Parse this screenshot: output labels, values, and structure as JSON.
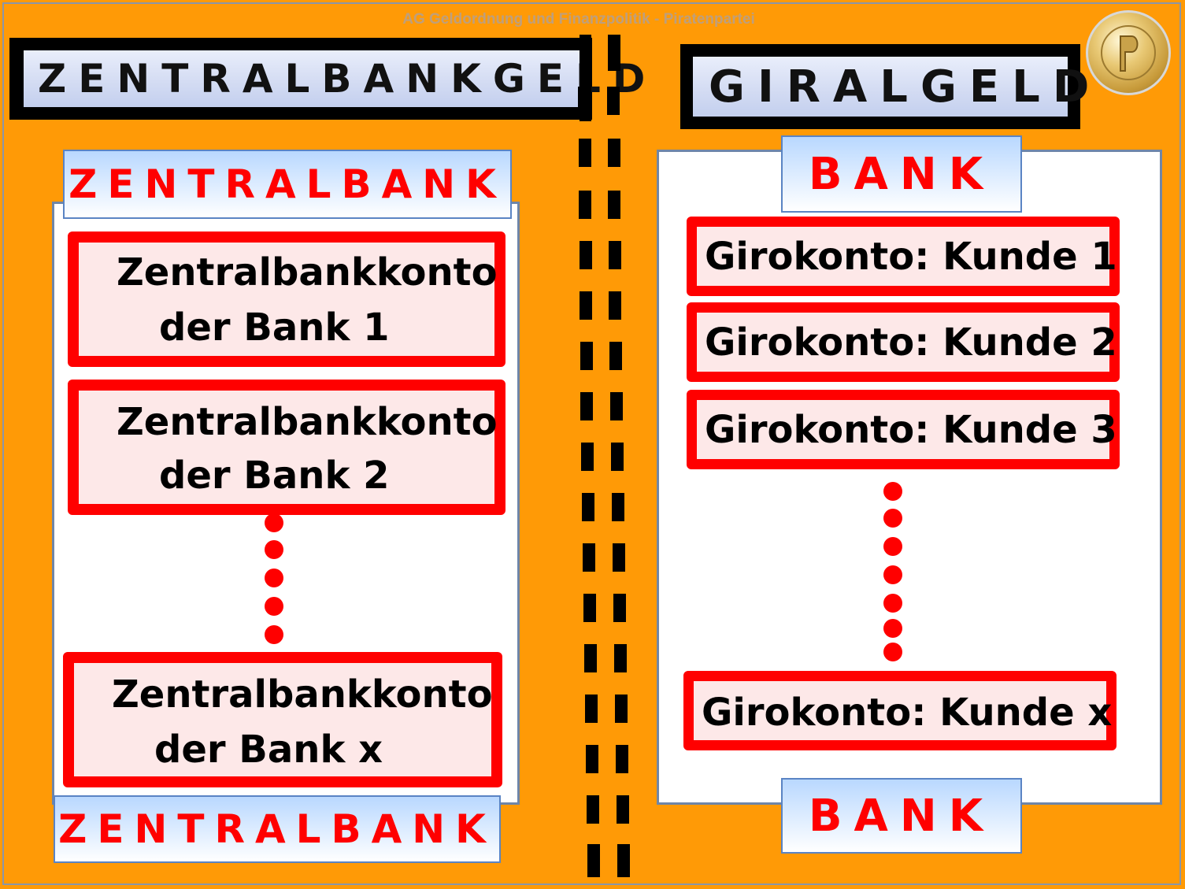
{
  "watermark": "AG Geldordnung und Finanzpolitik - Piratenpartei",
  "left": {
    "heading": "ZENTRALBANKGELD",
    "top_label": "ZENTRALBANK",
    "bottom_label": "ZENTRALBANK",
    "accounts": [
      {
        "line1": "Zentralbankkonto",
        "line2": "der Bank 1"
      },
      {
        "line1": "Zentralbankkonto",
        "line2": "der Bank 2"
      },
      {
        "line1": "Zentralbankkonto",
        "line2": "der Bank x"
      }
    ]
  },
  "right": {
    "heading": "GIRALGELD",
    "top_label": "BANK",
    "bottom_label": "BANK",
    "accounts": [
      {
        "label": "Girokonto: Kunde 1"
      },
      {
        "label": "Girokonto: Kunde 2"
      },
      {
        "label": "Girokonto: Kunde 3"
      },
      {
        "label": "Girokonto: Kunde x"
      }
    ]
  },
  "logo": {
    "icon": "piratenpartei-coin-icon"
  },
  "colors": {
    "background": "#ff9a06",
    "accent_red": "#ff0000",
    "divider": "#000000"
  }
}
